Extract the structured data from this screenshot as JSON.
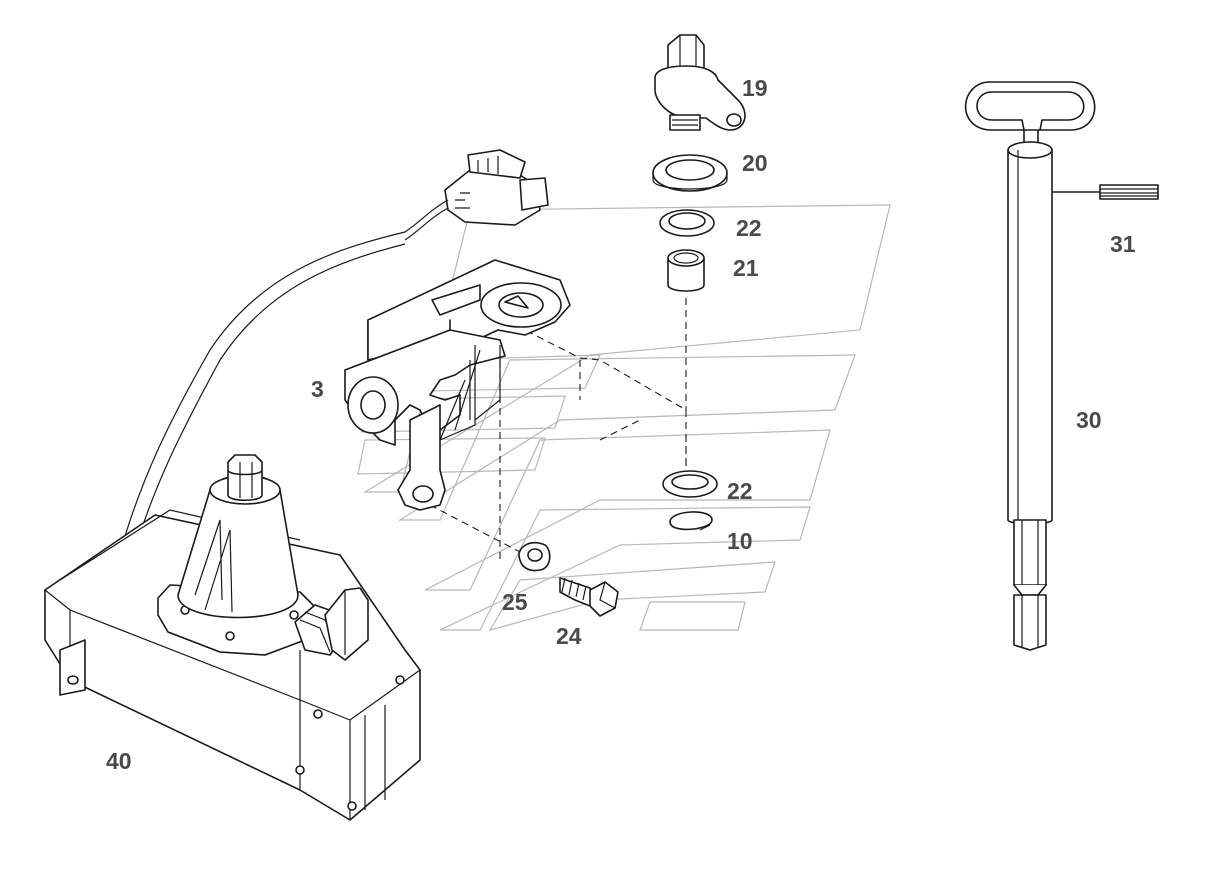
{
  "colors": {
    "line": "#1a1a1a",
    "label": "#4a4a4a",
    "watermark": "#b8b8b8",
    "background": "#ffffff"
  },
  "labels": [
    {
      "id": "19",
      "text": "19"
    },
    {
      "id": "20",
      "text": "20"
    },
    {
      "id": "22a",
      "text": "22"
    },
    {
      "id": "21",
      "text": "21"
    },
    {
      "id": "31",
      "text": "31"
    },
    {
      "id": "3",
      "text": "3"
    },
    {
      "id": "30",
      "text": "30"
    },
    {
      "id": "22b",
      "text": "22"
    },
    {
      "id": "10",
      "text": "10"
    },
    {
      "id": "25",
      "text": "25"
    },
    {
      "id": "24",
      "text": "24"
    },
    {
      "id": "40",
      "text": "40"
    }
  ]
}
